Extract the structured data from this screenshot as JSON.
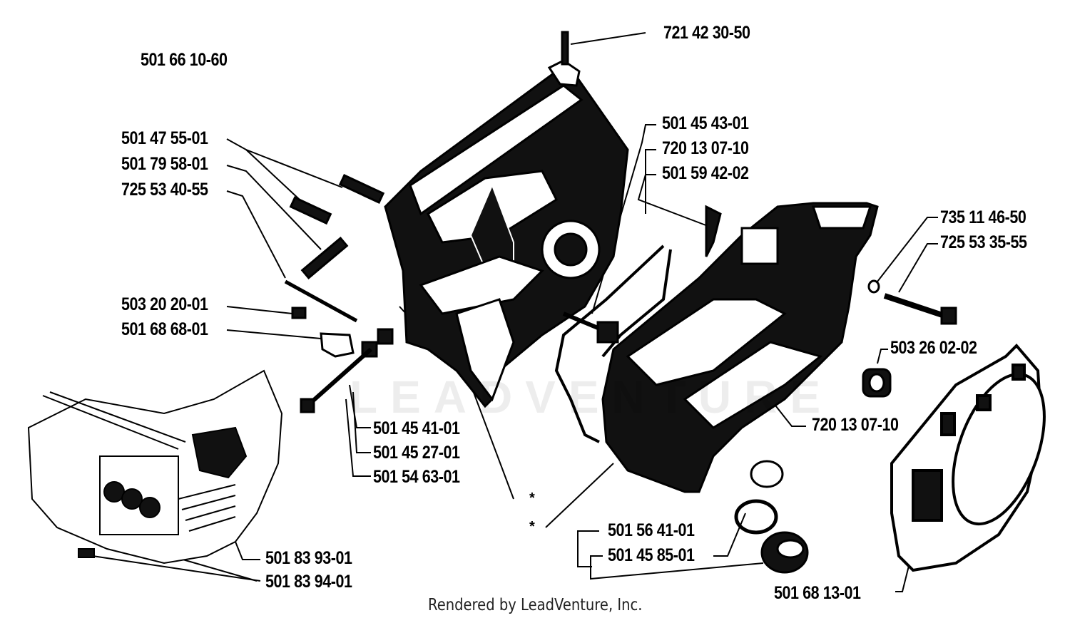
{
  "diagram": {
    "assembly_label": "501 66 10-60",
    "watermark": "LEADVENTURE",
    "footer": "Rendered by LeadVenture, Inc.",
    "asterisk": "*",
    "parts": [
      "721 42 30-50",
      "501 47 55-01",
      "501 79 58-01",
      "725 53 40-55",
      "501 45 43-01",
      "720 13 07-10",
      "501 59 42-02",
      "735 11 46-50",
      "725 53 35-55",
      "503 20 20-01",
      "501 68 68-01",
      "503 26 02-02",
      "501 45 41-01",
      "501 45 27-01",
      "501 54 63-01",
      "720 13 07-10",
      "501 56 41-01",
      "501 45 85-01",
      "501 83 93-01",
      "501 83 94-01",
      "501 68 13-01"
    ]
  }
}
